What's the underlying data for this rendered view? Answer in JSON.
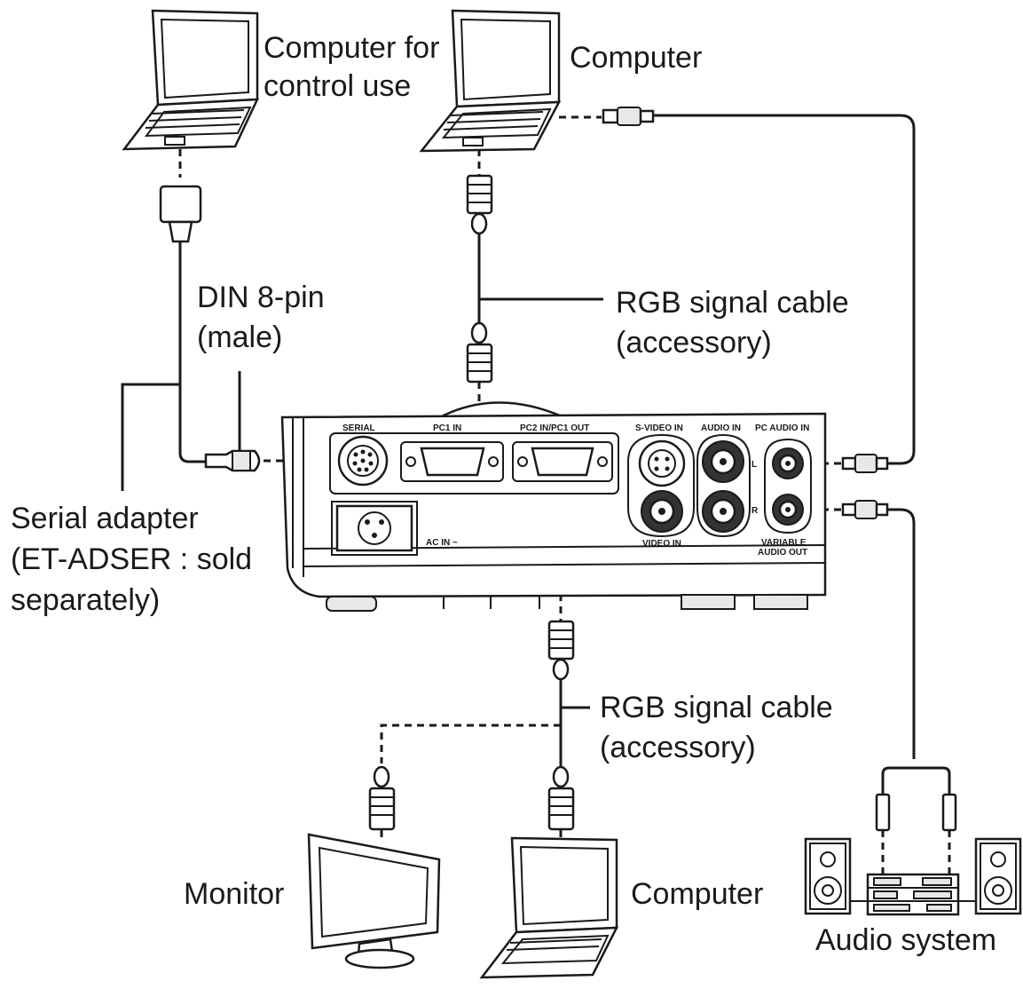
{
  "labels": {
    "computer_control_line1": "Computer for",
    "computer_control_line2": "control use",
    "computer_top": "Computer",
    "din_line1": "DIN 8-pin",
    "din_line2": "(male)",
    "rgb_top_line1": "RGB signal cable",
    "rgb_top_line2": "(accessory)",
    "serial_line1": "Serial adapter",
    "serial_line2": "(ET-ADSER : sold",
    "serial_line3": "separately)",
    "rgb_bottom_line1": "RGB signal cable",
    "rgb_bottom_line2": "(accessory)",
    "monitor": "Monitor",
    "computer_bottom": "Computer",
    "audio_system": "Audio system"
  },
  "panel": {
    "serial": "SERIAL",
    "pc1_in": "PC1 IN",
    "pc2_in_pc1_out": "PC2 IN/PC1 OUT",
    "s_video_in": "S-VIDEO IN",
    "audio_in": "AUDIO IN",
    "pc_audio_in": "PC AUDIO IN",
    "ac_in": "AC IN ~",
    "video_in": "VIDEO IN",
    "variable_line1": "VARIABLE",
    "variable_line2": "AUDIO OUT",
    "l": "L",
    "r": "R"
  }
}
